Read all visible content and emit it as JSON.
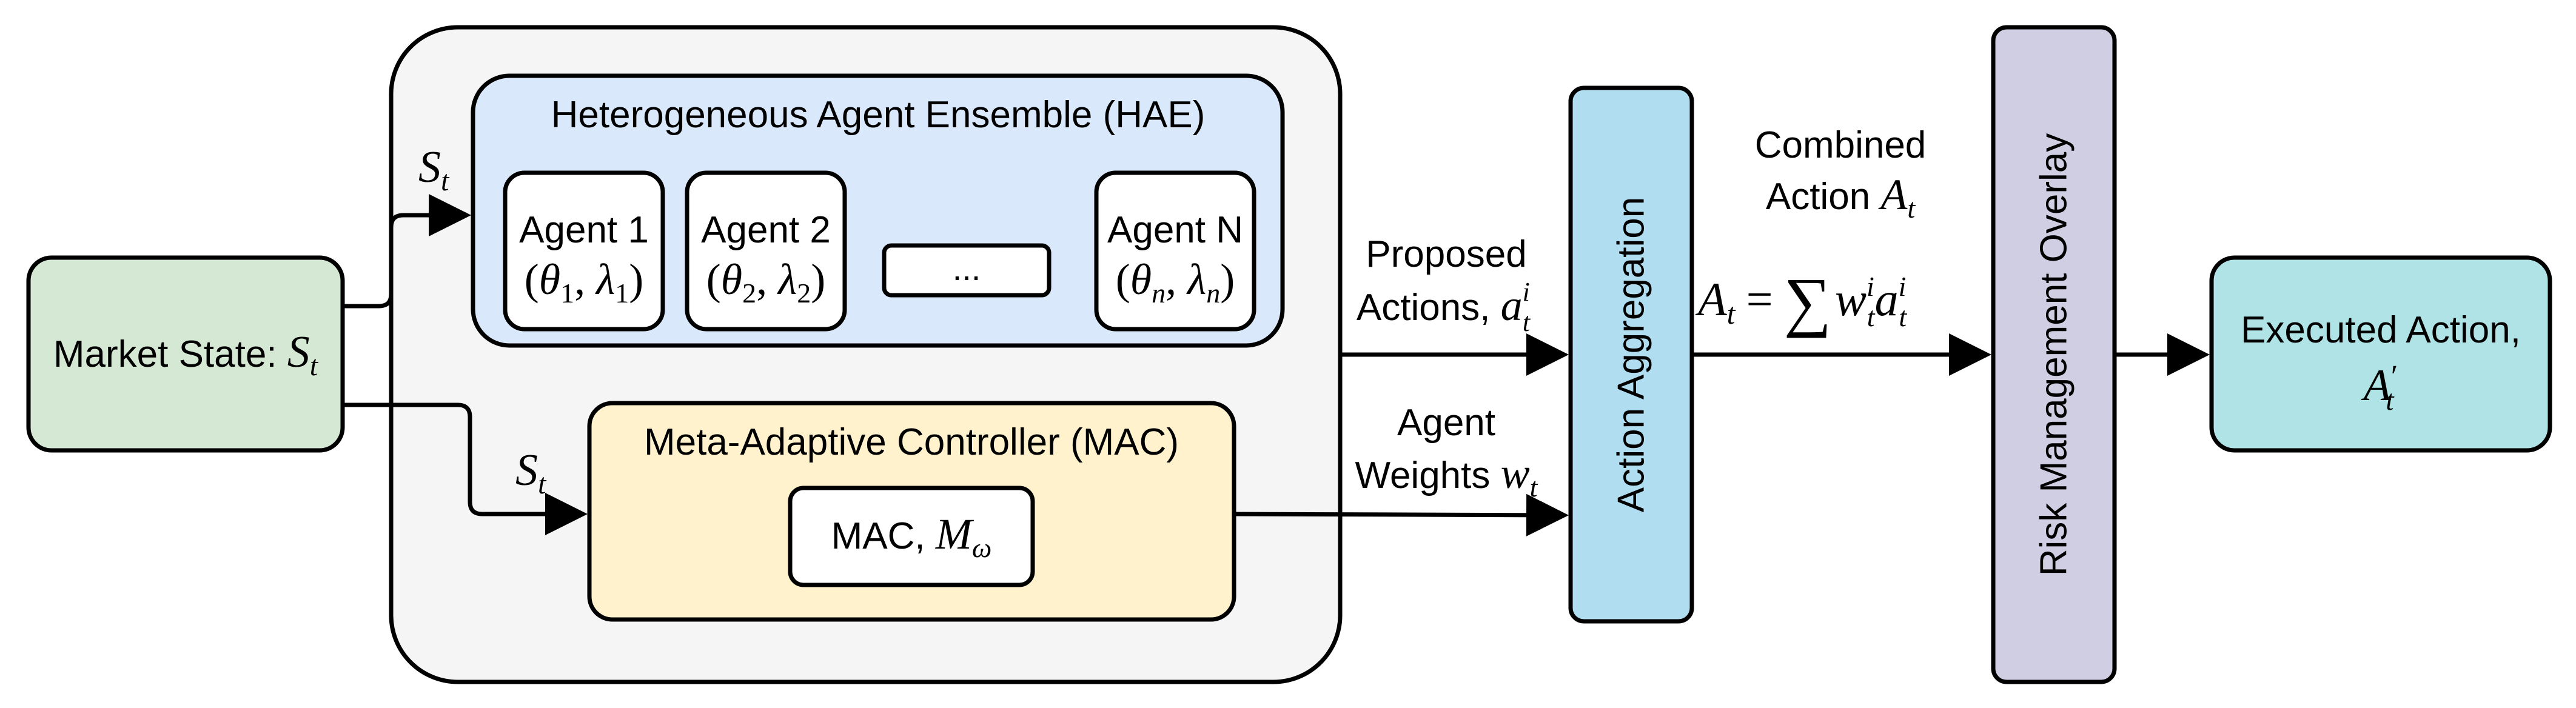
{
  "market_state": {
    "label": "Market State: ",
    "sym": "S",
    "sub": "t"
  },
  "hae": {
    "title": "Heterogeneous Agent Ensemble (HAE)",
    "input_sym": "S",
    "input_sub": "t",
    "agents": [
      {
        "name": "Agent 1",
        "p1": "1",
        "p2": "1"
      },
      {
        "name": "Agent 2",
        "p1": "2",
        "p2": "2"
      },
      {
        "name": "Agent N",
        "p1": "n",
        "p2": "n"
      }
    ],
    "ellipsis": "..."
  },
  "mac": {
    "title": "Meta-Adaptive Controller (MAC)",
    "input_sym": "S",
    "input_sub": "t",
    "inner_label": "MAC, ",
    "inner_sym": "M",
    "inner_sub": "ω"
  },
  "proposed": {
    "line1": "Proposed",
    "line2": "Actions, ",
    "sym": "a",
    "sup": "i",
    "sub": "t"
  },
  "weights": {
    "line1": "Agent",
    "line2": "Weights ",
    "sym": "w",
    "sub": "t"
  },
  "aggregation": {
    "label": "Action Aggregation"
  },
  "combined": {
    "line1": "Combined",
    "line2": "Action ",
    "sym": "A",
    "sub": "t",
    "eq_lhs": "A",
    "eq_lhs_sub": "t",
    "eq_equals": "=",
    "eq_sum": "∑",
    "eq_w": "w",
    "eq_w_sup": "i",
    "eq_w_sub": "t",
    "eq_a": "a",
    "eq_a_sup": "i",
    "eq_a_sub": "t"
  },
  "risk": {
    "label": "Risk Management Overlay"
  },
  "executed": {
    "line1": "Executed Action,",
    "sym": "A",
    "prime": "′",
    "sub": "t"
  },
  "colors": {
    "market": "#d5e8d4",
    "outer": "#f5f5f5",
    "hae": "#dae8fc",
    "mac": "#fff2cc",
    "agg": "#b1ddf0",
    "risk": "#d0cee2",
    "exec": "#b0e3e6",
    "stroke": "#000000"
  }
}
